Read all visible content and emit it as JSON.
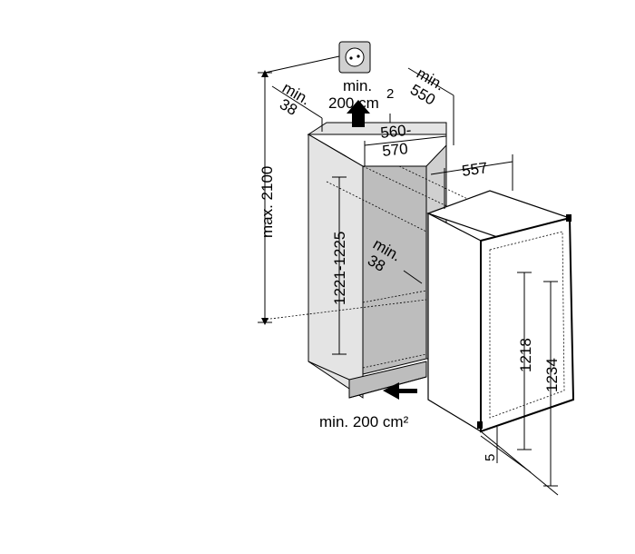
{
  "labels": {
    "max_height": "max. 2100",
    "top_vent_min": "min.",
    "top_vent_area": "200 cm",
    "top_vent_exp": "2",
    "depth_min_label": "min.",
    "depth_min_value": "550",
    "top_gap_min_label": "min.",
    "top_gap_min_value": "38",
    "width_range_top": "560-",
    "width_range_bottom": "570",
    "width_557": "557",
    "niche_height": "1221-1225",
    "side_gap_min_label": "min.",
    "side_gap_min_value": "38",
    "door_height": "1218",
    "total_height": "1234",
    "bottom_offset": "5",
    "bottom_vent": "min. 200 cm²"
  },
  "colors": {
    "niche_inner": "#bdbdbd",
    "niche_wall": "#e4e4e4",
    "appliance_face": "#ffffff",
    "stroke": "#000000"
  }
}
